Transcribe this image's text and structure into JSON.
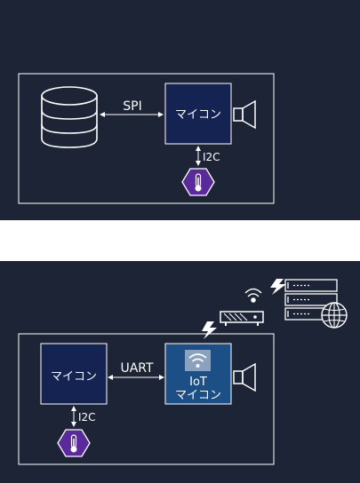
{
  "colors": {
    "background": "#1c2435",
    "mcu_fill": "#152352",
    "iot_fill": "#1c4f86",
    "sensor_fill": "#5a2a9c",
    "stroke": "#ffffff"
  },
  "top_diagram": {
    "storage_icon": "database-icon",
    "bus_storage_label": "SPI",
    "mcu_label": "マイコン",
    "speaker_icon": "speaker-icon",
    "bus_sensor_label": "I2C",
    "sensor_icon": "thermometer-icon"
  },
  "bottom_diagram": {
    "mcu_label": "マイコン",
    "bus_uart_label": "UART",
    "iot_label_line1": "IoT",
    "iot_label_line2": "マイコン",
    "wifi_icon": "wifi-icon",
    "speaker_icon": "speaker-icon",
    "bus_sensor_label": "I2C",
    "sensor_icon": "thermometer-icon",
    "router_icon": "router-icon",
    "server_icon": "server-rack-icon",
    "globe_icon": "globe-icon",
    "lightning_icon": "lightning-icon"
  }
}
